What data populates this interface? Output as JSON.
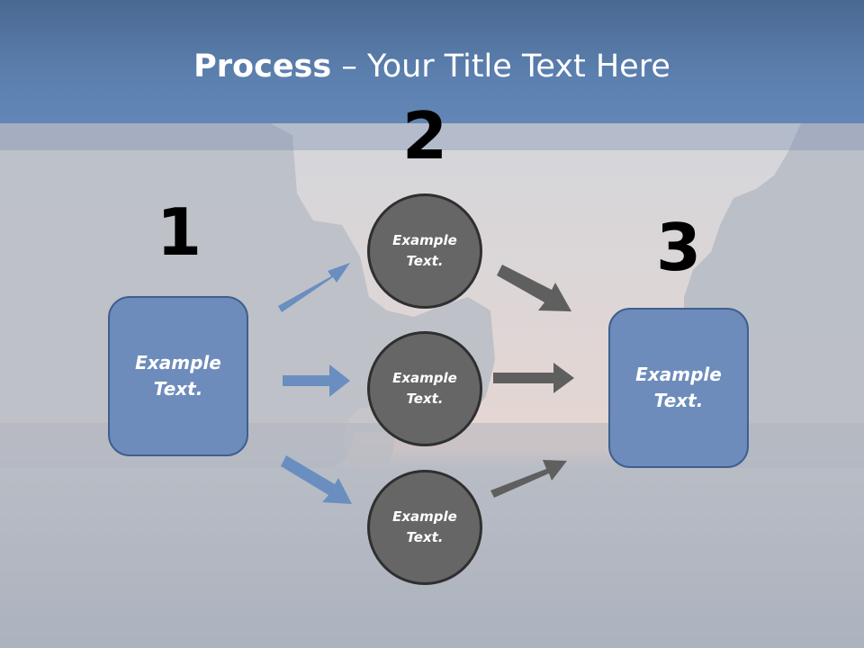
{
  "slide": {
    "title_bold": "Process",
    "title_rest": " – Your Title Text Here",
    "steps": [
      {
        "number": "1",
        "text": "Example\nText."
      },
      {
        "number": "2",
        "text": "Example\nText."
      },
      {
        "number": "3",
        "text": "Example\nText."
      }
    ],
    "circles": [
      {
        "text": "Example\nText."
      },
      {
        "text": "Example\nText."
      },
      {
        "text": "Example\nText."
      }
    ]
  },
  "colors": {
    "title_bar": "#5b7fae",
    "box_fill": "#6d8cbb",
    "box_border": "#3f5f8f",
    "circle_fill": "#666666",
    "blue_arrow": "#6a8ec0",
    "gray_arrow": "#5f5f5f"
  }
}
